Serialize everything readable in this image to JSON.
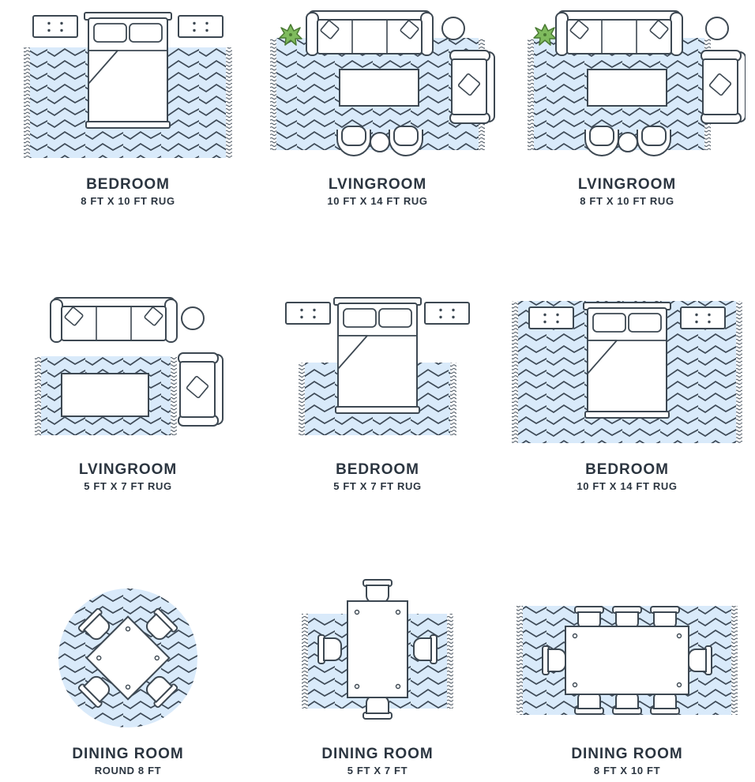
{
  "colors": {
    "rug_blue": "#d9eafa",
    "line": "#3d4852",
    "text": "#2b3540",
    "plant_green": "#7fbb5e"
  },
  "cells": [
    {
      "id": "bedroom-8x10",
      "room": "BEDROOM",
      "size": "8 FT X 10 FT RUG"
    },
    {
      "id": "livingroom-10x14",
      "room": "LVINGROOM",
      "size": "10 FT X 14 FT RUG"
    },
    {
      "id": "livingroom-8x10",
      "room": "LVINGROOM",
      "size": "8 FT X 10 FT RUG"
    },
    {
      "id": "livingroom-5x7",
      "room": "LVINGROOM",
      "size": "5 FT X 7 FT RUG"
    },
    {
      "id": "bedroom-5x7",
      "room": "BEDROOM",
      "size": "5 FT X 7 FT RUG"
    },
    {
      "id": "bedroom-10x14",
      "room": "BEDROOM",
      "size": "10 FT X 14 FT RUG"
    },
    {
      "id": "dining-round-8",
      "room": "DINING ROOM",
      "size": "ROUND 8 FT"
    },
    {
      "id": "dining-5x7",
      "room": "DINING ROOM",
      "size": "5 FT X 7 FT"
    },
    {
      "id": "dining-8x10",
      "room": "DINING ROOM",
      "size": "8 FT X 10 FT"
    }
  ]
}
